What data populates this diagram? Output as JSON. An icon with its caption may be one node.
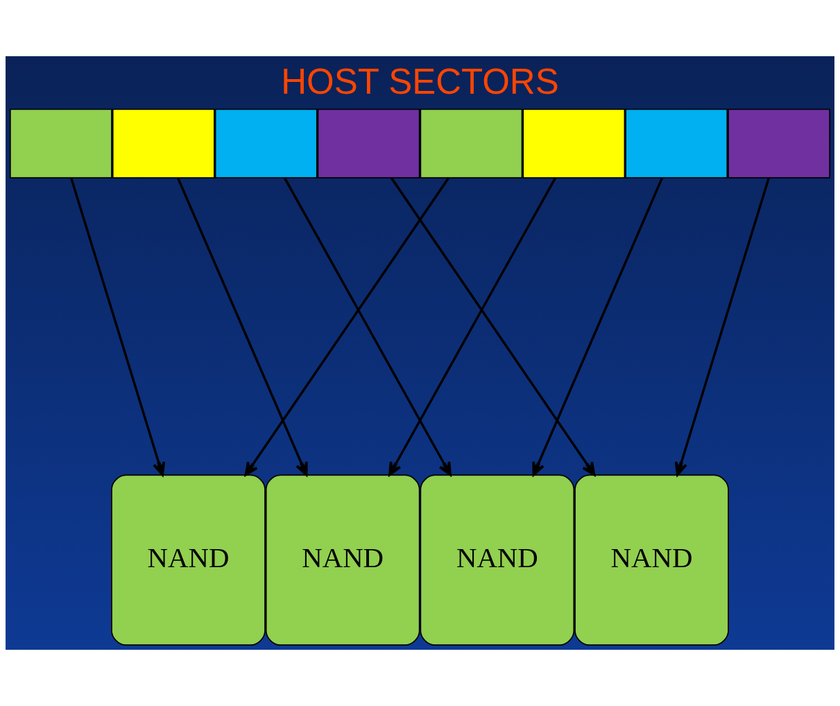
{
  "diagram": {
    "title": "HOST SECTORS",
    "nodes": [
      {
        "text": [],
        "shape": "box"
      },
      {
        "text": [],
        "shape": "box"
      },
      {
        "text": [],
        "shape": "box"
      },
      {
        "text": [],
        "shape": "box"
      },
      {
        "text": [],
        "shape": "box"
      },
      {
        "text": [],
        "shape": "box"
      },
      {
        "text": [],
        "shape": "box"
      },
      {
        "text": [],
        "shape": "box"
      },
      {
        "text": [
          "NAND"
        ]
      },
      {
        "text": [
          "NAND"
        ]
      },
      {
        "text": [
          "NAND"
        ]
      },
      {
        "text": [
          "NAND"
        ]
      }
    ],
    "edges": [
      {
        "from": 0,
        "to": 8,
        "arrow": "to"
      },
      {
        "from": 1,
        "to": 9,
        "arrow": "to"
      },
      {
        "from": 2,
        "to": 10,
        "arrow": "to"
      },
      {
        "from": 3,
        "to": 11,
        "arrow": "to"
      },
      {
        "from": 4,
        "to": 8,
        "arrow": "to"
      },
      {
        "from": 5,
        "to": 9,
        "arrow": "to"
      },
      {
        "from": 6,
        "to": 10,
        "arrow": "to"
      },
      {
        "from": 7,
        "to": 11,
        "arrow": "to"
      }
    ]
  }
}
